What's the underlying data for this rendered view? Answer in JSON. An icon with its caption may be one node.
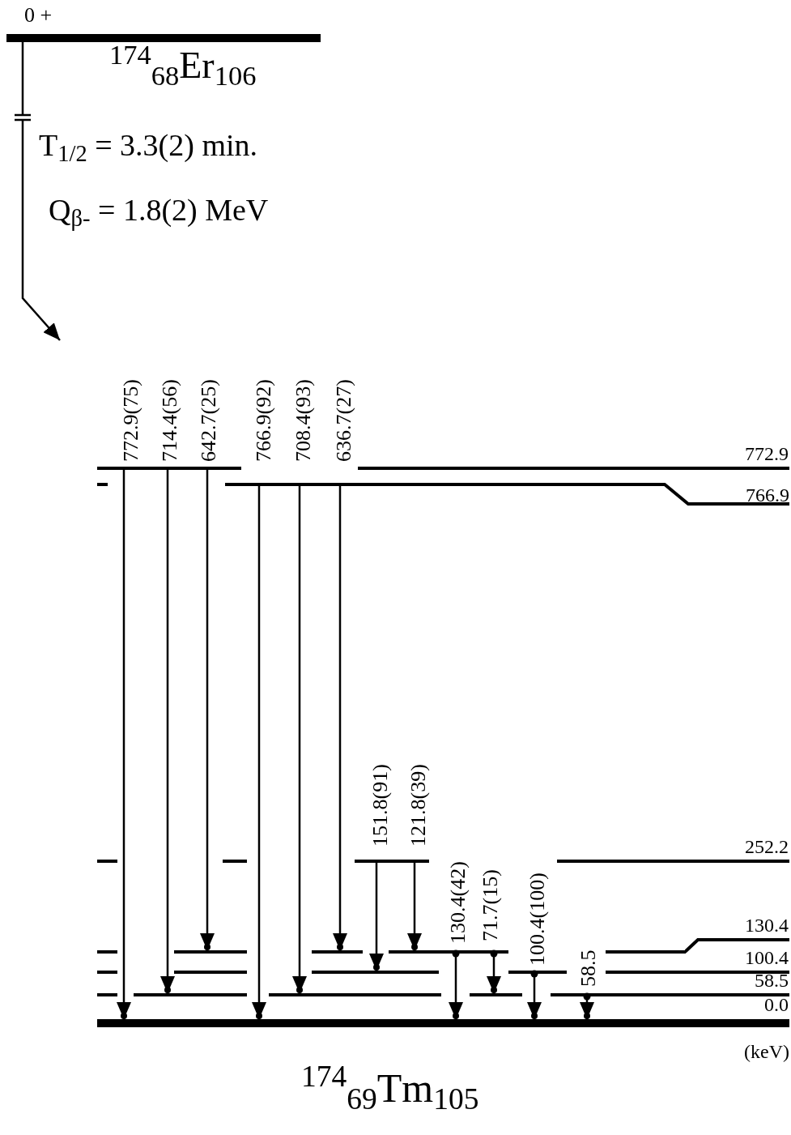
{
  "diagram": {
    "nodes": [
      {
        "text": [
          "0 +"
        ]
      },
      {
        "text": [],
        "shape": "bar",
        "beside": [
          "772.9"
        ]
      },
      {
        "text": [
          "766.9"
        ]
      },
      {
        "text": [],
        "shape": "bar",
        "beside": [
          "252.2"
        ]
      },
      {
        "text": [],
        "shape": "bar",
        "beside": [
          "130.4"
        ]
      },
      {
        "text": [],
        "shape": "bar",
        "beside": [
          "100.4"
        ]
      },
      {
        "text": [],
        "shape": "bar",
        "beside": [
          "58.5"
        ]
      },
      {
        "text": [],
        "shape": "bar",
        "beside": [
          "0.0"
        ]
      }
    ],
    "edges": [
      {
        "from": 0,
        "to": null,
        "arrow": "to"
      },
      {
        "from": 1,
        "to": 7,
        "arrow": "to",
        "label": "772.9(75)"
      },
      {
        "from": 1,
        "to": 6,
        "arrow": "to",
        "label": "714.4(56)"
      },
      {
        "from": 1,
        "to": 4,
        "arrow": "to",
        "label": "642.7(25)"
      },
      {
        "from": 2,
        "to": 7,
        "arrow": "to",
        "label": "766.9(92)"
      },
      {
        "from": 2,
        "to": 6,
        "arrow": "to",
        "label": "708.4(93)"
      },
      {
        "from": 2,
        "to": 4,
        "arrow": "to",
        "label": "636.7(27)"
      },
      {
        "from": 3,
        "to": 5,
        "arrow": "to",
        "label": "151.8(91)"
      },
      {
        "from": 3,
        "to": 4,
        "arrow": "to",
        "label": "121.8(39)"
      },
      {
        "from": 4,
        "to": 7,
        "arrow": "to",
        "label": "130.4(42)"
      },
      {
        "from": 4,
        "to": 6,
        "arrow": "to",
        "label": "71.7(15)"
      },
      {
        "from": 5,
        "to": 7,
        "arrow": "to",
        "label": "100.4(100)"
      },
      {
        "from": 6,
        "to": 7,
        "arrow": "to",
        "label": "58.5"
      }
    ],
    "labels": [
      "$^{174}$$_{68}$Er$_{106}$",
      "T$_{1/2}$ = 3.3(2) min.",
      "Q$_{β-}$ = 1.8(2) MeV",
      "(keV)",
      "$^{174}$$_{69}$Tm$_{105}$"
    ]
  }
}
